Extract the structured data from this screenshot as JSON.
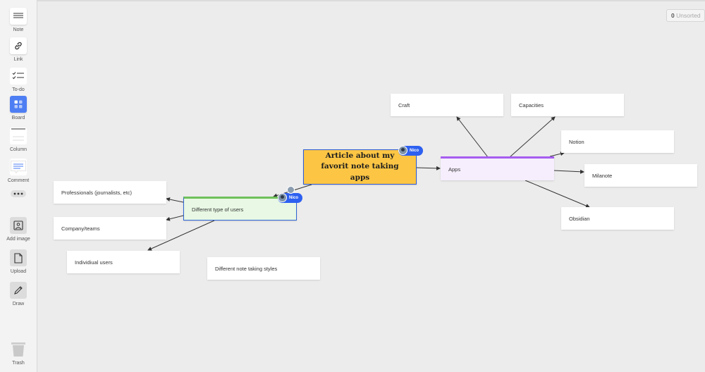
{
  "sidebar": {
    "tools": [
      {
        "label": "Note",
        "icon": "note-icon"
      },
      {
        "label": "Link",
        "icon": "link-icon"
      },
      {
        "label": "To-do",
        "icon": "todo-icon"
      },
      {
        "label": "Board",
        "icon": "board-icon"
      },
      {
        "label": "Column",
        "icon": "column-icon"
      },
      {
        "label": "Comment",
        "icon": "comment-icon"
      },
      {
        "label": "",
        "icon": "more-icon"
      },
      {
        "label": "Add image",
        "icon": "image-icon"
      },
      {
        "label": "Upload",
        "icon": "upload-icon"
      },
      {
        "label": "Draw",
        "icon": "pencil-icon"
      },
      {
        "label": "Trash",
        "icon": "trash-icon"
      }
    ]
  },
  "unsorted": {
    "count": "0",
    "label": "Unsorted"
  },
  "cards": {
    "main": "Article about my favorit note taking apps",
    "craft": "Craft",
    "capacities": "Capacities",
    "notion": "Notion",
    "apps": "Apps",
    "milanote": "Milanote",
    "obsidian": "Obsidian",
    "professionals": "Professionals (journalists, etc)",
    "users": "Different type of users",
    "company": "Company/teams",
    "individual": "Individiual users",
    "styles": "Different note taking styles"
  },
  "collaborators": {
    "badge_main": "Nico",
    "badge_users": "Nico"
  },
  "colors": {
    "main_card": "#fcc644",
    "accent_blue": "#2d60f0",
    "apps_top": "#a65df0",
    "users_top": "#6ec05a",
    "board_icon": "#4e7ef3"
  }
}
